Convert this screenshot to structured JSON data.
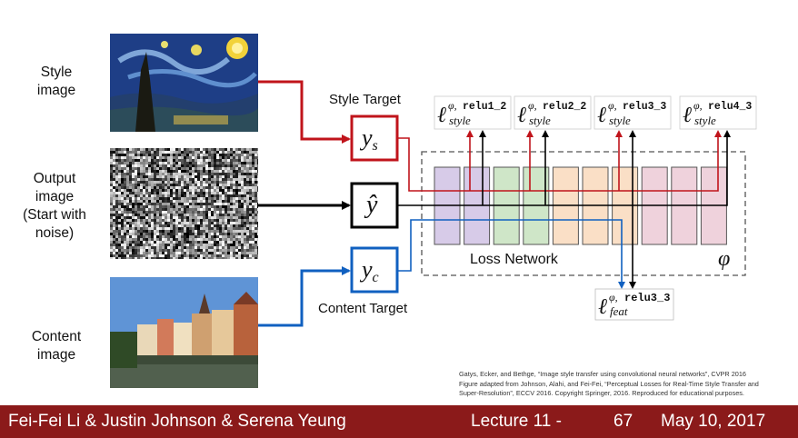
{
  "labels": {
    "style_image": [
      "Style",
      "image"
    ],
    "output_image": [
      "Output",
      "image",
      "(Start with",
      "noise)"
    ],
    "content_image": [
      "Content",
      "image"
    ]
  },
  "diagram": {
    "style_target_caption": "Style Target",
    "content_target_caption": "Content Target",
    "loss_network_label": "Loss Network",
    "ys_main": "y",
    "ys_sub": "s",
    "yhat_main": "ŷ",
    "yc_main": "y",
    "yc_sub": "c",
    "phi_symbol": "φ",
    "loss_ell": "ℓ",
    "loss_phi": "φ,",
    "loss_style_sub": "style",
    "loss_feat_sub": "feat",
    "style_losses": [
      "relu1_2",
      "relu2_2",
      "relu3_3",
      "relu4_3"
    ],
    "content_loss_layer": "relu3_3"
  },
  "colors": {
    "style": "#c0141b",
    "content": "#1060c0",
    "output": "#000000",
    "footer_bg": "#8b1a1a",
    "layer_fills": [
      "#d7cbe8",
      "#d7cbe8",
      "#cfe6c8",
      "#cfe6c8",
      "#fadfc6",
      "#fadfc6",
      "#fadfc6",
      "#efd2dc",
      "#efd2dc",
      "#efd2dc"
    ]
  },
  "citation": [
    "Gatys, Ecker, and Bethge, “Image style transfer using convolutional neural networks”, CVPR 2016",
    "Figure adapted from Johnson, Alahi, and Fei-Fei, “Perceptual Losses for Real-Time Style Transfer and",
    "Super-Resolution”, ECCV 2016. Copyright Springer, 2016. Reproduced for educational purposes."
  ],
  "footer": {
    "authors": "Fei-Fei Li & Justin Johnson & Serena Yeung",
    "lecture": "Lecture 11 -",
    "page": "67",
    "date": "May 10, 2017"
  }
}
